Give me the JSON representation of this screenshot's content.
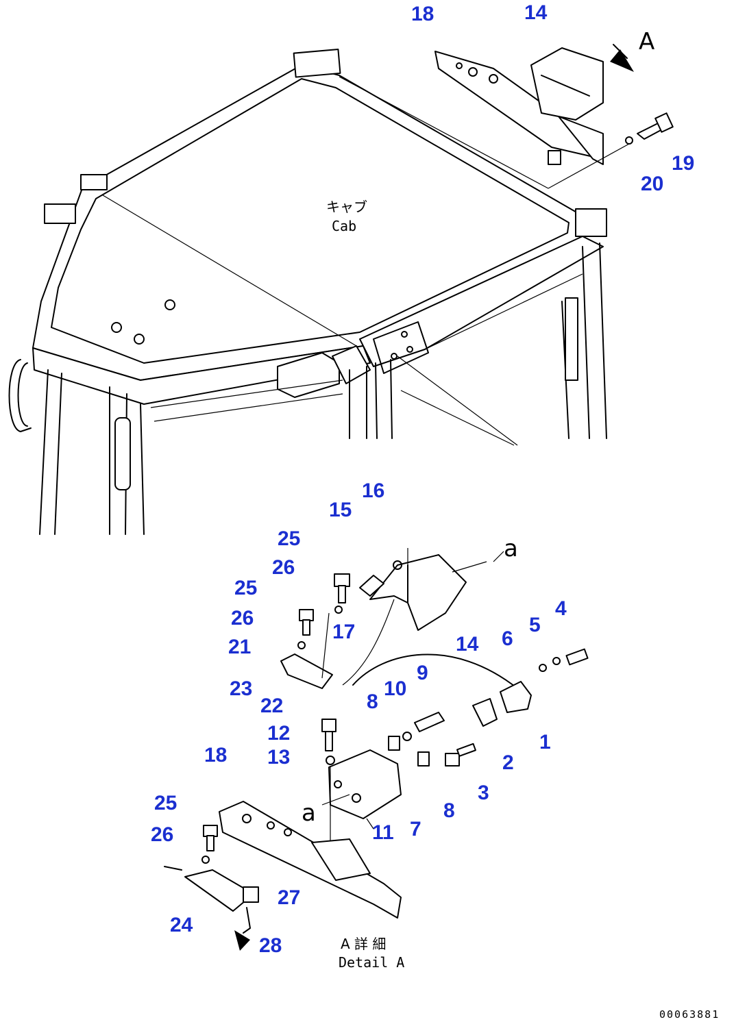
{
  "cab_label": {
    "jp": "キャブ",
    "en": "Cab"
  },
  "view_markers": {
    "view_A": "A",
    "view_a_1": "a",
    "view_a_2": "a"
  },
  "detail_label": {
    "jp": "A 詳 細",
    "en": "Detail A"
  },
  "drawing_code": "00063881",
  "callout_color": "#1b2fd0",
  "callouts": [
    {
      "id": "18-top",
      "num": "18"
    },
    {
      "id": "14-top",
      "num": "14"
    },
    {
      "id": "19",
      "num": "19"
    },
    {
      "id": "20",
      "num": "20"
    },
    {
      "id": "16",
      "num": "16"
    },
    {
      "id": "15",
      "num": "15"
    },
    {
      "id": "25-a",
      "num": "25"
    },
    {
      "id": "26-a",
      "num": "26"
    },
    {
      "id": "25-b",
      "num": "25"
    },
    {
      "id": "26-b",
      "num": "26"
    },
    {
      "id": "17",
      "num": "17"
    },
    {
      "id": "21",
      "num": "21"
    },
    {
      "id": "14-mid",
      "num": "14"
    },
    {
      "id": "6",
      "num": "6"
    },
    {
      "id": "5",
      "num": "5"
    },
    {
      "id": "4",
      "num": "4"
    },
    {
      "id": "9",
      "num": "9"
    },
    {
      "id": "23",
      "num": "23"
    },
    {
      "id": "22",
      "num": "22"
    },
    {
      "id": "8-a",
      "num": "8"
    },
    {
      "id": "10",
      "num": "10"
    },
    {
      "id": "1",
      "num": "1"
    },
    {
      "id": "12",
      "num": "12"
    },
    {
      "id": "13",
      "num": "13"
    },
    {
      "id": "2",
      "num": "2"
    },
    {
      "id": "3",
      "num": "3"
    },
    {
      "id": "18-bot",
      "num": "18"
    },
    {
      "id": "8-b",
      "num": "8"
    },
    {
      "id": "7",
      "num": "7"
    },
    {
      "id": "11",
      "num": "11"
    },
    {
      "id": "25-c",
      "num": "25"
    },
    {
      "id": "26-c",
      "num": "26"
    },
    {
      "id": "27",
      "num": "27"
    },
    {
      "id": "24",
      "num": "24"
    },
    {
      "id": "28",
      "num": "28"
    }
  ]
}
